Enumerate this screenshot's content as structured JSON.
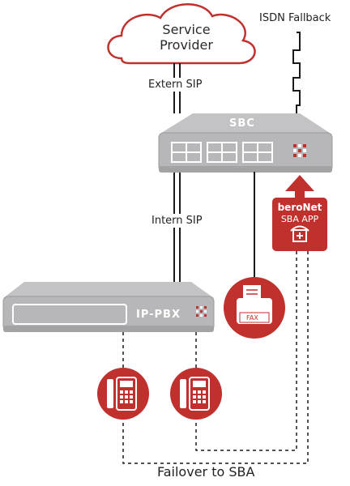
{
  "cloud": {
    "line1": "Service",
    "line2": "Provider"
  },
  "labels": {
    "isdn_fallback": "ISDN Fallback",
    "extern_sip": "Extern SIP",
    "intern_sip": "Intern SIP",
    "failover": "Failover to SBA"
  },
  "devices": {
    "sbc": "SBC",
    "ippbx": "IP-PBX",
    "fax": "FAX",
    "sba_line1": "beroNet",
    "sba_line2": "SBA APP"
  },
  "colors": {
    "accent_red": "#c0312e",
    "device_gray": "#b7b7b9",
    "device_dark": "#8e8e91",
    "line_dark": "#1a1a1a"
  },
  "icons": [
    "cloud-icon",
    "fax-icon",
    "phone-icon",
    "phone-icon",
    "emergency-phone-icon",
    "arrow-up-icon"
  ]
}
